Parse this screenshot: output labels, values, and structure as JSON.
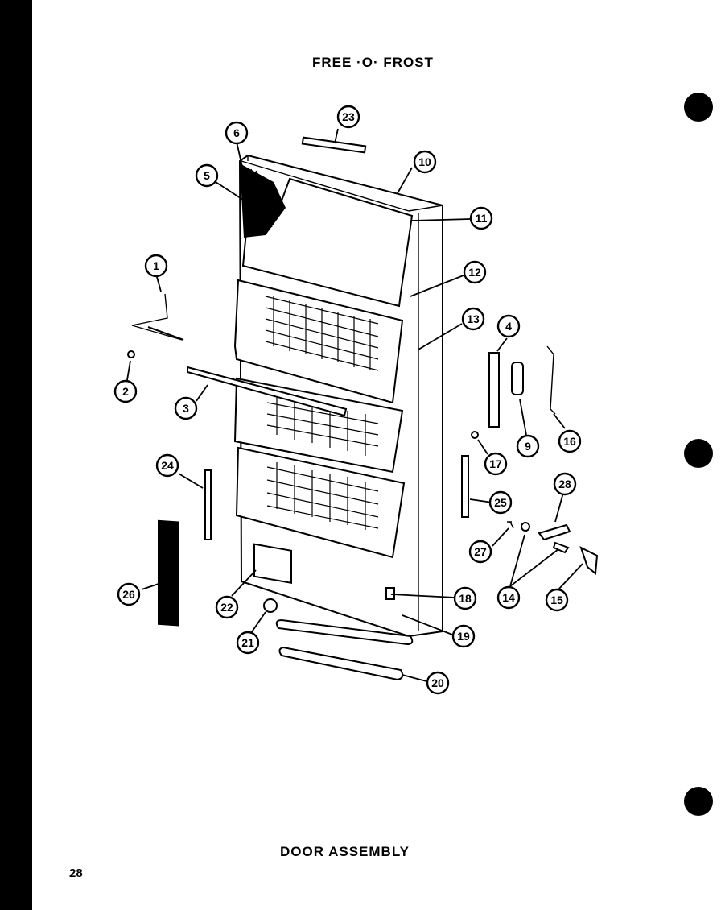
{
  "header": {
    "title": "FREE ·O· FROST"
  },
  "footer": {
    "caption": "DOOR ASSEMBLY",
    "page_number": "28"
  },
  "callouts": [
    {
      "id": "1",
      "label": "1"
    },
    {
      "id": "2",
      "label": "2"
    },
    {
      "id": "3",
      "label": "3"
    },
    {
      "id": "4",
      "label": "4"
    },
    {
      "id": "5",
      "label": "5"
    },
    {
      "id": "6",
      "label": "6"
    },
    {
      "id": "9",
      "label": "9"
    },
    {
      "id": "10",
      "label": "10"
    },
    {
      "id": "11",
      "label": "11"
    },
    {
      "id": "12",
      "label": "12"
    },
    {
      "id": "13",
      "label": "13"
    },
    {
      "id": "14",
      "label": "14"
    },
    {
      "id": "15",
      "label": "15"
    },
    {
      "id": "16",
      "label": "16"
    },
    {
      "id": "17",
      "label": "17"
    },
    {
      "id": "18",
      "label": "18"
    },
    {
      "id": "19",
      "label": "19"
    },
    {
      "id": "20",
      "label": "20"
    },
    {
      "id": "21",
      "label": "21"
    },
    {
      "id": "22",
      "label": "22"
    },
    {
      "id": "23",
      "label": "23"
    },
    {
      "id": "24",
      "label": "24"
    },
    {
      "id": "25",
      "label": "25"
    },
    {
      "id": "26",
      "label": "26"
    },
    {
      "id": "27",
      "label": "27"
    },
    {
      "id": "28",
      "label": "28"
    }
  ]
}
